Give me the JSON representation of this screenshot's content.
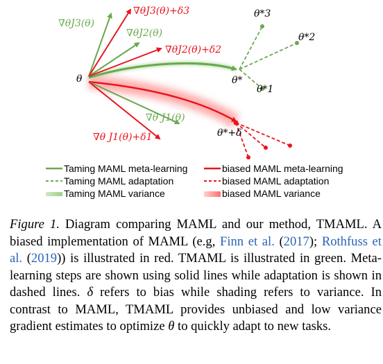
{
  "figure": {
    "colors": {
      "green": "#6aa84f",
      "red": "#e8141c",
      "shade": "#ff6a6a"
    },
    "labels": {
      "theta": "θ",
      "grad_j3": "∇θJ3(θ)",
      "grad_j3_bias": "∇θJ3(θ)+δ3",
      "grad_j2": "∇θJ2(θ)",
      "grad_j2_bias": "∇θJ2(θ)+δ2",
      "grad_j1": "∇θ J1(θ)",
      "grad_j1_bias": "∇θ J1(θ)+δ1",
      "theta_star": "θ*",
      "theta_star_delta": "θ*+δ",
      "theta1": "θ*1",
      "theta2": "θ*2",
      "theta3": "θ*3"
    },
    "legend": [
      {
        "label": "Taming MAML meta-learning",
        "style": "green-solid"
      },
      {
        "label": "biased MAML meta-learning",
        "style": "red-solid"
      },
      {
        "label": "Taming MAML adaptation",
        "style": "green-dashed"
      },
      {
        "label": "biased MAML adaptation",
        "style": "red-dashed"
      },
      {
        "label": "Taming MAML variance",
        "style": "green-shade"
      },
      {
        "label": "biased MAML variance",
        "style": "red-shade"
      }
    ]
  },
  "caption": {
    "figure_label": "Figure 1.",
    "text_1": " Diagram comparing MAML and our method, TMAML. A biased implementation of MAML (e.g, ",
    "cite_1": "Finn et al.",
    "text_2": " (",
    "cite_1_year": "2017",
    "text_3": "); ",
    "cite_2": "Rothfuss et al.",
    "text_4": " (",
    "cite_2_year": "2019",
    "text_5": ")) is illustrated in red.  TMAML is illustrated in green. Meta-learning steps are shown using solid lines while adaptation is shown in dashed lines. ",
    "delta": "δ",
    "text_6": " refers to bias while shading refers to variance.  In contrast to MAML, TMAML provides unbiased and low variance gradient estimates to optimize ",
    "theta": "θ",
    "text_7": " to quickly adapt to new tasks."
  }
}
